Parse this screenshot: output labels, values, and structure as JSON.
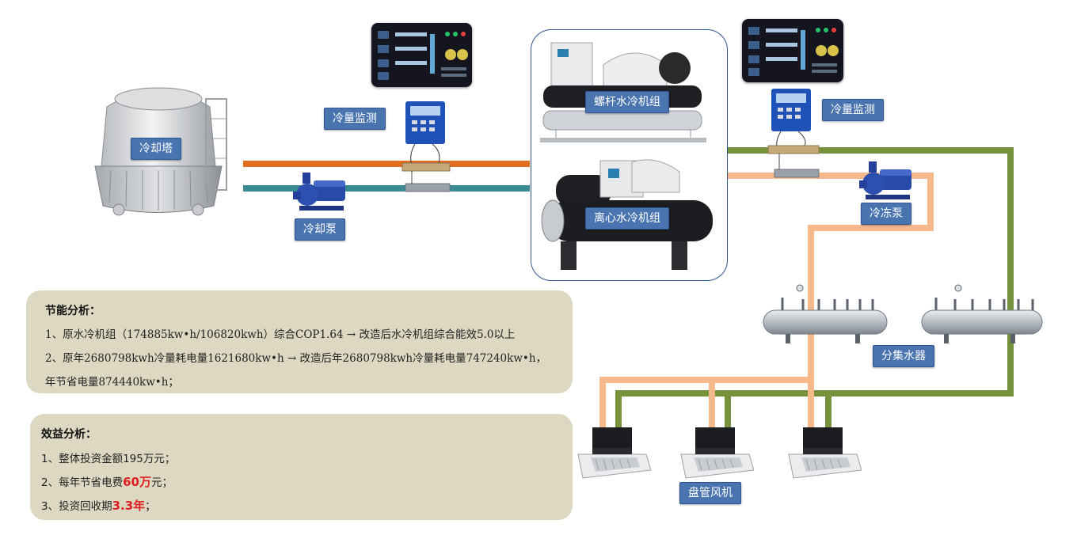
{
  "labels": {
    "cooling_tower": "冷却塔",
    "cooling_pump": "冷却泵",
    "cold_monitor_left": "冷量监测",
    "cold_monitor_right": "冷量监测",
    "screw_chiller": "螺杆水冷机组",
    "centrifugal_chiller": "离心水冷机组",
    "chilled_pump": "冷冻泵",
    "manifold": "分集水器",
    "fan_coil": "盘管风机"
  },
  "energy": {
    "title": "节能分析：",
    "line1": "1、原水冷机组（174885kw•h/106820kwh）综合COP1.64 → 改造后水冷机组综合能效5.0以上",
    "line2": "2、原年2680798kwh冷量耗电量1621680kw•h → 改造后年2680798kwh冷量耗电量747240kw•h，",
    "line3": "年节省电量874440kw•h；"
  },
  "benefit": {
    "title": "效益分析：",
    "line1": "1、整体投资金额195万元；",
    "line2_prefix": "2、每年节省电费",
    "line2_value": "60万",
    "line2_suffix": "元；",
    "line3_prefix": "3、投资回收期",
    "line3_value": "3.3年",
    "line3_suffix": "；"
  },
  "colors": {
    "pipe_orange": "#e36c1e",
    "pipe_teal": "#3a8a94",
    "pipe_green": "#76923c",
    "pipe_peach": "#f6b98c",
    "label_blue": "#4a74b0",
    "panel_bg": "#dcd8c1"
  }
}
